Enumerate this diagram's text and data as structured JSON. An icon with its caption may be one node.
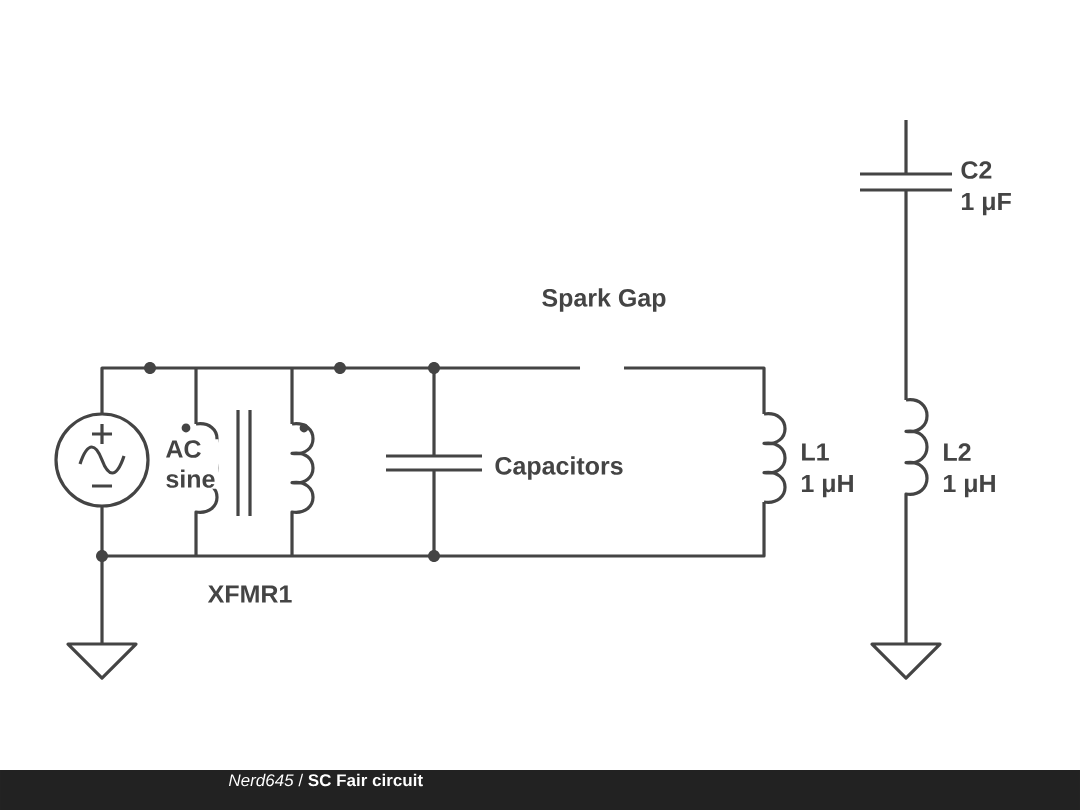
{
  "diagram": {
    "labels": [
      "C2",
      "1 μF",
      "Spark Gap",
      "AC sine",
      "Capacitors",
      "L1",
      "1 μH",
      "L2",
      "1 μH",
      "XFMR1",
      "*Nerd645* / **SC Fair circuit**"
    ]
  }
}
